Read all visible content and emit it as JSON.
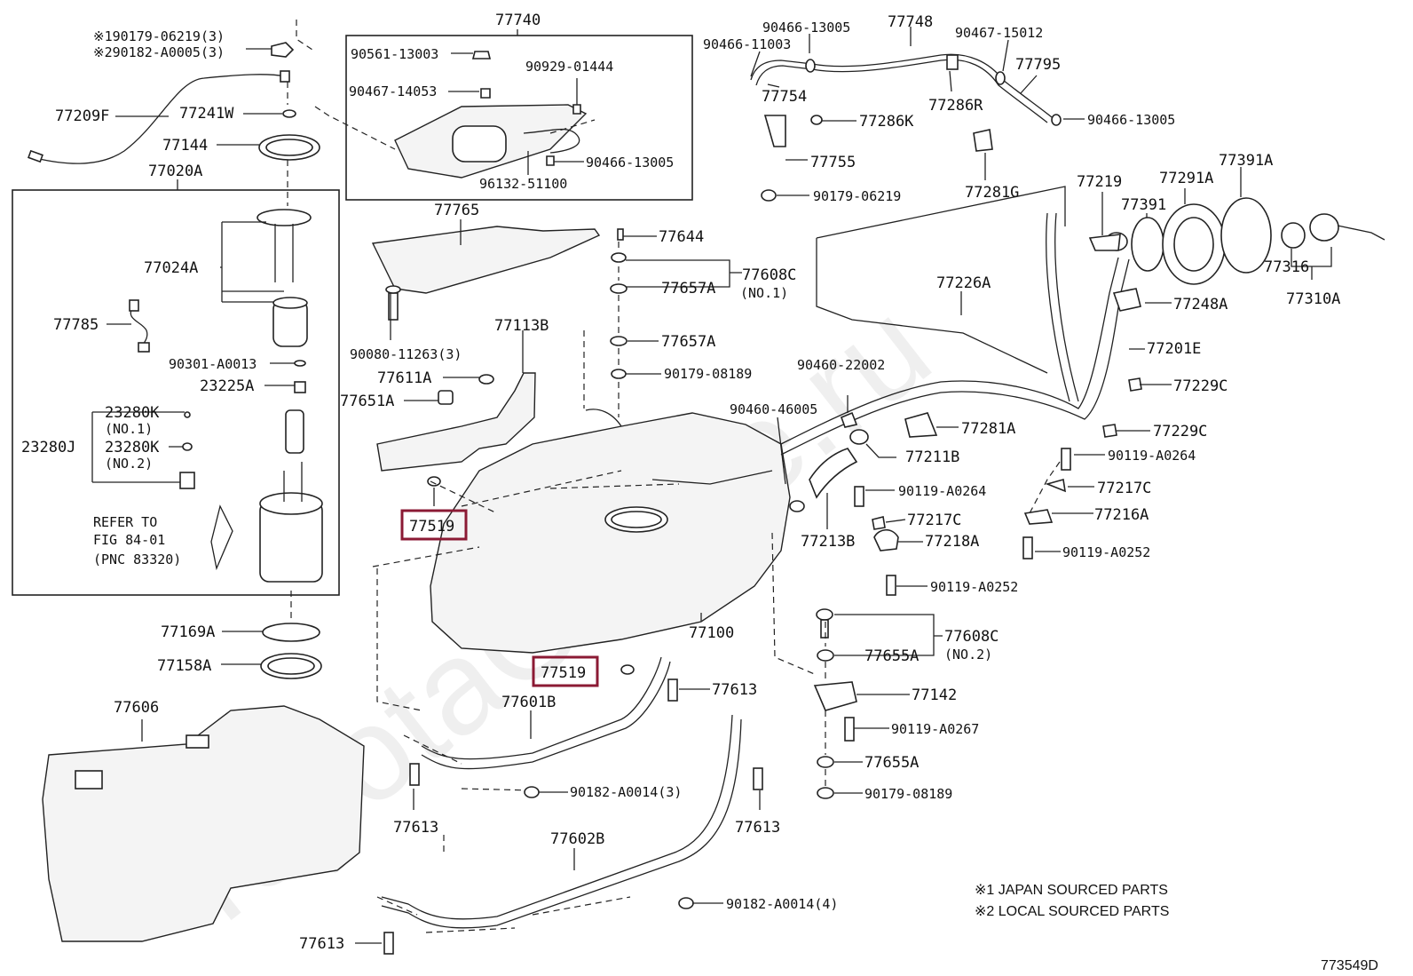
{
  "diagram_id": "773549D",
  "watermark": "ToyotaOnline.ru",
  "notes": [
    "※1 JAPAN SOURCED PARTS",
    "※2 LOCAL SOURCED PARTS"
  ],
  "colors": {
    "highlight": "#8b1a34",
    "line": "#222222",
    "background": "#ffffff"
  },
  "labels": {
    "l77740": "77740",
    "l90561": "90561-13003",
    "l90929": "90929-01444",
    "l90467_14053": "90467-14053",
    "l90466_13005a": "90466-13005",
    "l96132": "96132-51100",
    "l90466_13005b": "90466-13005",
    "l77748": "77748",
    "l90466_11003": "90466-11003",
    "l90467_15012": "90467-15012",
    "l77795": "77795",
    "l77754": "77754",
    "l77286K": "77286K",
    "l77286R": "77286R",
    "l90466_13005c": "90466-13005",
    "l77755": "77755",
    "l90179_06219a": "90179-06219",
    "l77281G": "77281G",
    "n1": "※190179-06219(3)",
    "n2": "※290182-A0005(3)",
    "l77209F": "77209F",
    "l77241W": "77241W",
    "l77144": "77144",
    "l77020A": "77020A",
    "l77024A": "77024A",
    "l77785": "77785",
    "l90301": "90301-A0013",
    "l23225A": "23225A",
    "l23280K1": "23280K",
    "no1a": "(NO.1)",
    "l23280J": "23280J",
    "l23280K2": "23280K",
    "no2a": "(NO.2)",
    "refer1": "REFER TO",
    "refer2": "FIG 84-01",
    "refer3": "(PNC 83320)",
    "l77169A": "77169A",
    "l77158A": "77158A",
    "l77606": "77606",
    "l77765": "77765",
    "l90080": "90080-11263(3)",
    "l77113B": "77113B",
    "l77611A": "77611A",
    "l77651A": "77651A",
    "l77519a": "77519",
    "l77519b": "77519",
    "l77644": "77644",
    "l77608C1": "77608C",
    "no1b": "(NO.1)",
    "l77657A1": "77657A",
    "l77657A2": "77657A",
    "l90179_08189a": "90179-08189",
    "l77219": "77219",
    "l77391": "77391",
    "l77291A": "77291A",
    "l77391A": "77391A",
    "l77316": "77316",
    "l77310A": "77310A",
    "l77226A": "77226A",
    "l77248A": "77248A",
    "l77201E": "77201E",
    "l90460_22002": "90460-22002",
    "l77229C1": "77229C",
    "l90460_46005": "90460-46005",
    "l77281A": "77281A",
    "l77229C2": "77229C",
    "l77211B": "77211B",
    "l90119_A0264a": "90119-A0264",
    "l90119_A0264b": "90119-A0264",
    "l77217C1": "77217C",
    "l77213B": "77213B",
    "l77217C2": "77217C",
    "l77216A": "77216A",
    "l77218A": "77218A",
    "l90119_A0252a": "90119-A0252",
    "l90119_A0252b": "90119-A0252",
    "l77100": "77100",
    "l77608C2": "77608C",
    "no2b": "(NO.2)",
    "l77655A1": "77655A",
    "l77142": "77142",
    "l90119_A0267": "90119-A0267",
    "l77655A2": "77655A",
    "l90179_08189b": "90179-08189",
    "l77613a": "77613",
    "l77601B": "77601B",
    "l90182_A0014_3": "90182-A0014(3)",
    "l77613b": "77613",
    "l77613c": "77613",
    "l77602B": "77602B",
    "l90182_A0014_4": "90182-A0014(4)",
    "l77613d": "77613"
  }
}
